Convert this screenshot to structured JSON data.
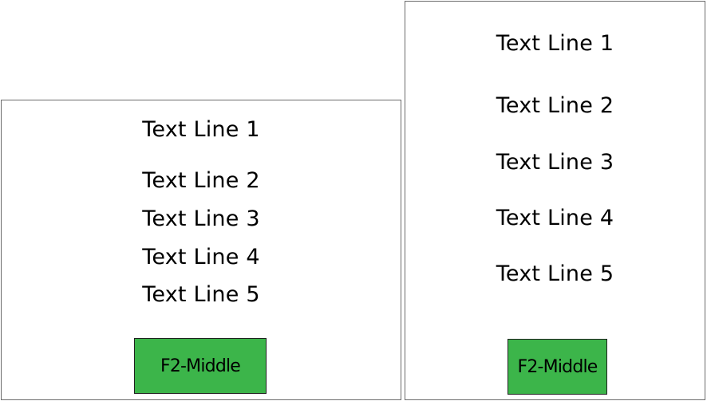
{
  "colors": {
    "button_fill": "#3cb54a",
    "border": "#6b6b6b",
    "text": "#000000"
  },
  "left_screen": {
    "lines": [
      "Text Line 1",
      "Text Line 2",
      "Text Line 3",
      "Text Line 4",
      "Text Line 5"
    ],
    "button_label": "F2-Middle"
  },
  "right_screen": {
    "lines": [
      "Text Line 1",
      "Text Line 2",
      "Text Line 3",
      "Text Line 4",
      "Text Line 5"
    ],
    "button_label": "F2-Middle"
  }
}
